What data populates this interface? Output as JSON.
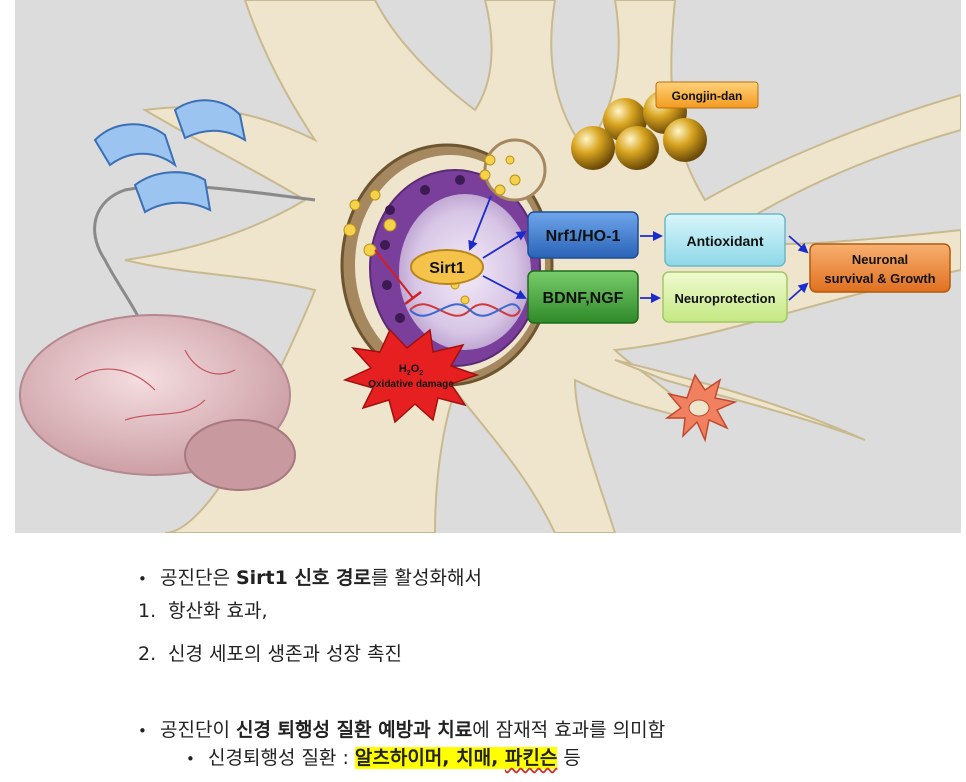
{
  "diagram": {
    "gongjin_label": "Gongjin-dan",
    "sirt1_label": "Sirt1",
    "nrf1_label": "Nrf1/HO-1",
    "bdnf_label": "BDNF,NGF",
    "antioxidant_label": "Antioxidant",
    "neuroprotection_label": "Neuroprotection",
    "outcome_line1": "Neuronal",
    "outcome_line2": "survival & Growth",
    "h2o2_main": "H",
    "h2o2_sub1": "2",
    "h2o2_mid": "O",
    "h2o2_sub2": "2",
    "oxidative_label": "Oxidative damage",
    "colors": {
      "background": "#dcdcdc",
      "cell_body": "#efe5cc",
      "nucleus": "#7a3f9a",
      "sirt1": "#f5c34a",
      "nrf1": "#3c7fd0",
      "bdnf": "#3fa23f",
      "antioxidant": "#a8e6f0",
      "neuroprotection": "#d8f0a0",
      "outcome": "#f08a30",
      "damage": "#e62020",
      "arrow": "#1a2ccc"
    }
  },
  "text": {
    "line1": {
      "pre": "공진단은 ",
      "bold": "Sirt1 신호 경로",
      "post": "를 활성화해서"
    },
    "line2": {
      "num": "1.",
      "text": "항산화 효과,"
    },
    "line3": {
      "num": "2.",
      "text": "신경 세포의 생존과 성장 촉진"
    },
    "line4": {
      "pre": "공진단이 ",
      "bold": "신경 퇴행성 질환 예방과 치료",
      "post": "에 잠재적 효과를 의미함"
    },
    "line5": {
      "pre": "신경퇴행성 질환 : ",
      "hl_a": "알츠하이머, 치매, ",
      "hl_b": "파킨슨",
      "post": " 등"
    }
  }
}
